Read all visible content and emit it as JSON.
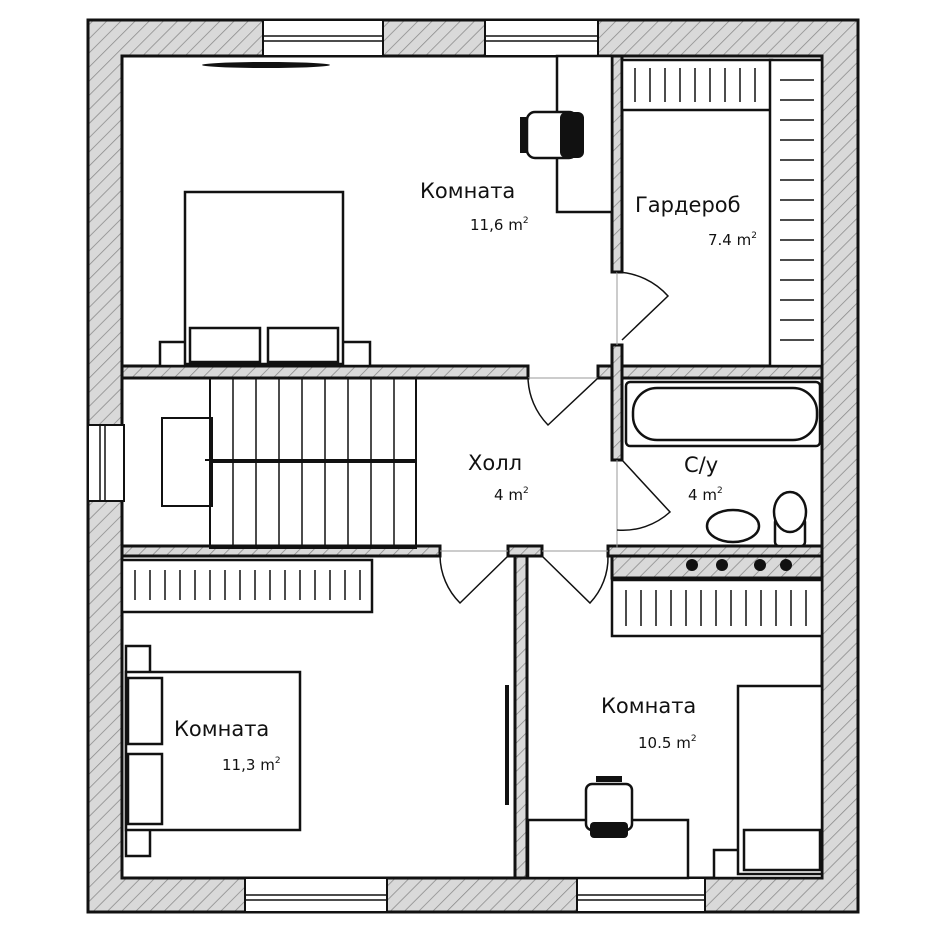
{
  "plan": {
    "rooms": [
      {
        "name": "Комната",
        "area": "11,6",
        "unit": "m",
        "exp": "2"
      },
      {
        "name": "Гардероб",
        "area": "7.4",
        "unit": "m",
        "exp": "2"
      },
      {
        "name": "Холл",
        "area": "4",
        "unit": "m",
        "exp": "2"
      },
      {
        "name": "С/у",
        "area": "4",
        "unit": "m",
        "exp": "2"
      },
      {
        "name": "Комната",
        "area": "11,3",
        "unit": "m",
        "exp": "2"
      },
      {
        "name": "Комната",
        "area": "10.5",
        "unit": "m",
        "exp": "2"
      }
    ],
    "colors": {
      "wall_fill": "#d9d9d9",
      "line": "#111111"
    }
  }
}
